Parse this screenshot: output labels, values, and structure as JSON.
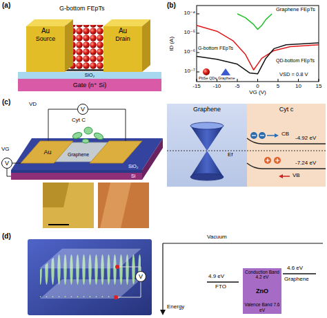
{
  "diagram": {
    "nodes": [
      {
        "text": [
          "Au",
          "Source"
        ]
      },
      {
        "text": [
          "Au",
          "Drain"
        ]
      },
      {
        "text": [
          "SiO₂"
        ]
      },
      {
        "text": [
          "Gate (n⁺ Si)"
        ]
      },
      {
        "text": [
          "V"
        ]
      },
      {
        "text": [
          "Au"
        ]
      },
      {
        "text": [
          "V"
        ]
      },
      {
        "text": [
          "Graphene"
        ]
      },
      {
        "text": [
          "Cyt c"
        ]
      },
      {
        "text": [
          "V"
        ]
      },
      {
        "text": [
          "Conduction Band 4.2 eV",
          "ZnO",
          "Valence Band 7.6 eV"
        ]
      }
    ],
    "edges": [
      {
        "from": 4,
        "to": 5,
        "arrow": "none"
      },
      {
        "from": 6,
        "to": 5,
        "arrow": "none"
      }
    ],
    "labels": [
      "(a)",
      "G-bottom FEpTs",
      "(b)",
      "10⁻⁴",
      "10⁻⁵",
      "10⁻⁶",
      "10⁻⁷",
      "-15",
      "-10",
      "-5",
      "0",
      "5",
      "10",
      "15",
      "ID (A)",
      "VG (V)",
      "Graphene FEpTs",
      "G-bottom FEpTs",
      "QD-bottom FEpTs",
      "VSD = 0.8 V",
      "PbSe QDs",
      "Graphene",
      "(c)",
      "VD",
      "VG",
      "Cyt C",
      "Graphene",
      "SiO₂",
      "Si",
      "Ef",
      "CB",
      "-4.92 eV",
      "VB",
      "-7.24 eV",
      "(d)",
      "Vacuum",
      "Energy",
      "4.9 eV",
      "FTO",
      "4.6 eV",
      "Graphene"
    ]
  }
}
